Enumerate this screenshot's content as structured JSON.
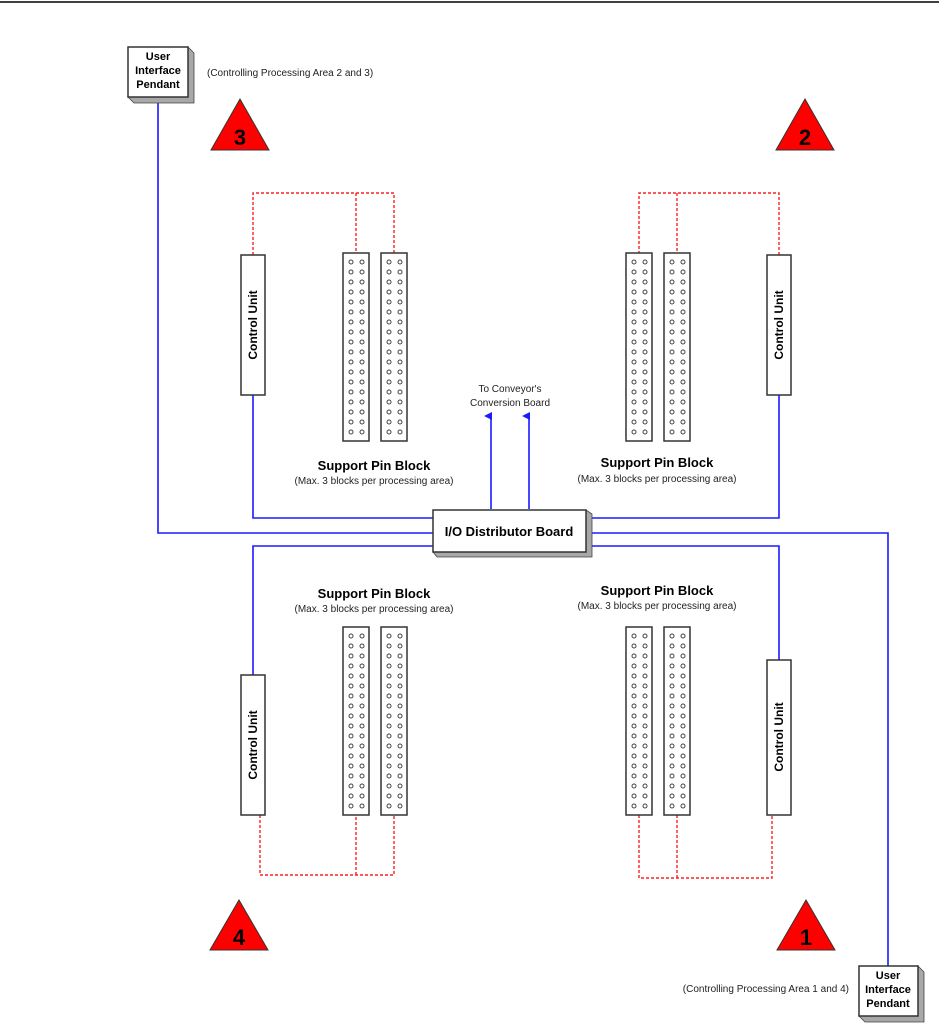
{
  "pendants": [
    {
      "lines": [
        "User",
        "Interface",
        "Pendant"
      ],
      "caption": "(Controlling Processing Area 2 and 3)"
    },
    {
      "lines": [
        "User",
        "Interface",
        "Pendant"
      ],
      "caption": "(Controlling Processing Area 1 and 4)"
    }
  ],
  "areas": [
    {
      "number": "3",
      "control_unit": "Control Unit",
      "pin_block_title": "Support Pin Block",
      "pin_block_note": "(Max. 3 blocks per processing area)"
    },
    {
      "number": "2",
      "control_unit": "Control Unit",
      "pin_block_title": "Support Pin Block",
      "pin_block_note": "(Max. 3 blocks per processing area)"
    },
    {
      "number": "4",
      "control_unit": "Control Unit",
      "pin_block_title": "Support Pin Block",
      "pin_block_note": "(Max. 3 blocks per processing area)"
    },
    {
      "number": "1",
      "control_unit": "Control Unit",
      "pin_block_title": "Support Pin Block",
      "pin_block_note": "(Max. 3 blocks per processing area)"
    }
  ],
  "distributor": {
    "label": "I/O Distributor Board"
  },
  "conveyor": {
    "lines": [
      "To Conveyor's",
      "Conversion Board"
    ]
  },
  "colors": {
    "signal_line": "#1a1aff",
    "pin_link": "#ff2020",
    "area_marker": "#ff0000"
  }
}
